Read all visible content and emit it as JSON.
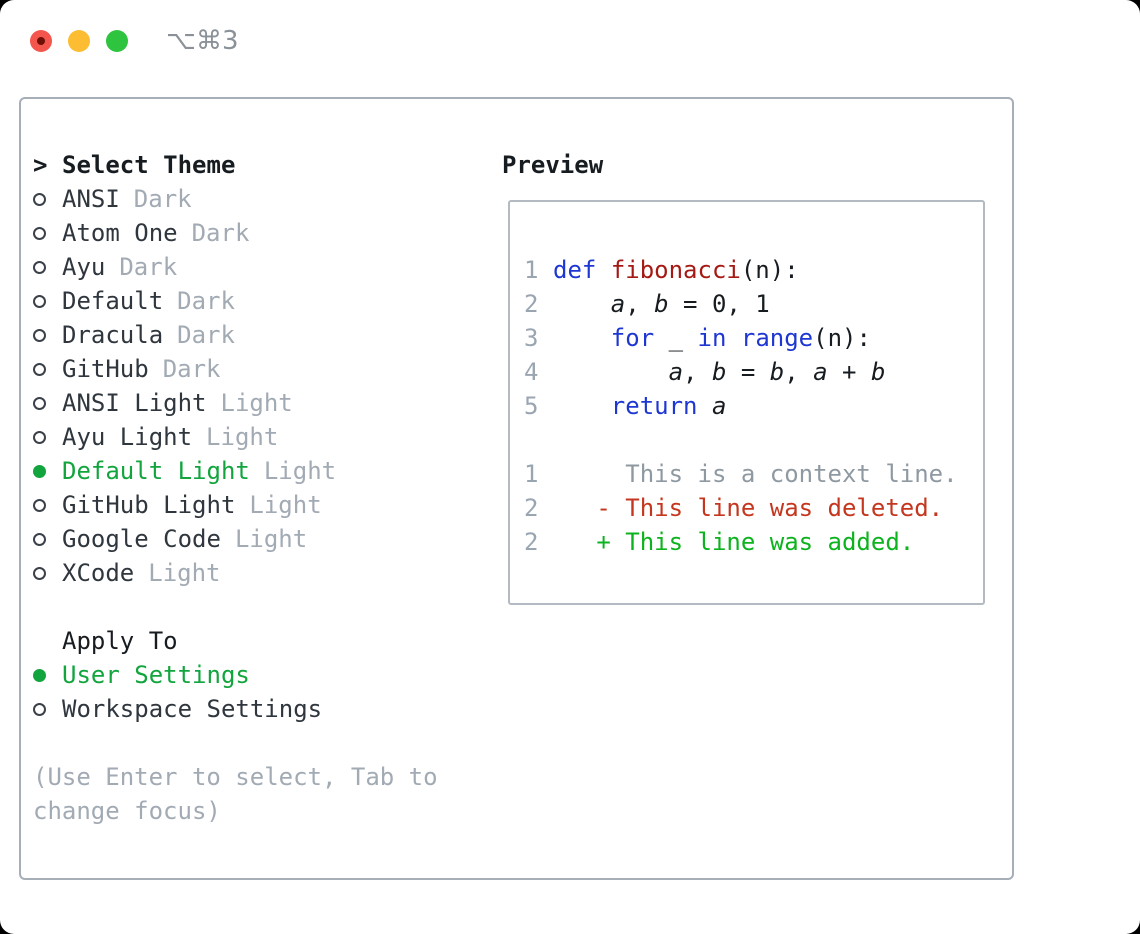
{
  "window": {
    "title": "⌥⌘3"
  },
  "theme_panel": {
    "prompt": ">",
    "title": "Select Theme",
    "items": [
      {
        "name": "ANSI",
        "variant": "Dark",
        "selected": false
      },
      {
        "name": "Atom One",
        "variant": "Dark",
        "selected": false
      },
      {
        "name": "Ayu",
        "variant": "Dark",
        "selected": false
      },
      {
        "name": "Default",
        "variant": "Dark",
        "selected": false
      },
      {
        "name": "Dracula",
        "variant": "Dark",
        "selected": false
      },
      {
        "name": "GitHub",
        "variant": "Dark",
        "selected": false
      },
      {
        "name": "ANSI Light",
        "variant": "Light",
        "selected": false
      },
      {
        "name": "Ayu Light",
        "variant": "Light",
        "selected": false
      },
      {
        "name": "Default Light",
        "variant": "Light",
        "selected": true
      },
      {
        "name": "GitHub Light",
        "variant": "Light",
        "selected": false
      },
      {
        "name": "Google Code",
        "variant": "Light",
        "selected": false
      },
      {
        "name": "XCode",
        "variant": "Light",
        "selected": false
      }
    ]
  },
  "apply_to": {
    "title": "Apply To",
    "options": [
      {
        "name": "User Settings",
        "selected": true
      },
      {
        "name": "Workspace Settings",
        "selected": false
      }
    ]
  },
  "hint": {
    "lines": [
      "(Use Enter to select, Tab to",
      "change focus)"
    ]
  },
  "preview": {
    "title": "Preview",
    "code_lines": [
      {
        "num": "1",
        "segments": [
          {
            "text": "def",
            "style": "keyword"
          },
          {
            "text": " ",
            "style": "plain"
          },
          {
            "text": "fibonacci",
            "style": "function"
          },
          {
            "text": "(n):",
            "style": "plain"
          }
        ]
      },
      {
        "num": "2",
        "segments": [
          {
            "text": "    ",
            "style": "plain"
          },
          {
            "text": "a",
            "style": "variable"
          },
          {
            "text": ", ",
            "style": "plain"
          },
          {
            "text": "b",
            "style": "variable"
          },
          {
            "text": " = 0, 1",
            "style": "plain"
          }
        ]
      },
      {
        "num": "3",
        "segments": [
          {
            "text": "    ",
            "style": "plain"
          },
          {
            "text": "for",
            "style": "keyword"
          },
          {
            "text": " _ ",
            "style": "plain"
          },
          {
            "text": "in",
            "style": "keyword"
          },
          {
            "text": " ",
            "style": "plain"
          },
          {
            "text": "range",
            "style": "keyword"
          },
          {
            "text": "(n):",
            "style": "plain"
          }
        ]
      },
      {
        "num": "4",
        "segments": [
          {
            "text": "        ",
            "style": "plain"
          },
          {
            "text": "a",
            "style": "variable"
          },
          {
            "text": ", ",
            "style": "plain"
          },
          {
            "text": "b",
            "style": "variable"
          },
          {
            "text": " = ",
            "style": "plain"
          },
          {
            "text": "b",
            "style": "variable"
          },
          {
            "text": ", ",
            "style": "plain"
          },
          {
            "text": "a",
            "style": "variable"
          },
          {
            "text": " + ",
            "style": "plain"
          },
          {
            "text": "b",
            "style": "variable"
          }
        ]
      },
      {
        "num": "5",
        "segments": [
          {
            "text": "    ",
            "style": "plain"
          },
          {
            "text": "return",
            "style": "keyword"
          },
          {
            "text": " ",
            "style": "plain"
          },
          {
            "text": "a",
            "style": "variable"
          }
        ]
      },
      {
        "num": "",
        "segments": []
      },
      {
        "num": "1",
        "segments": [
          {
            "text": "     This is a context line.",
            "style": "context"
          }
        ]
      },
      {
        "num": "2",
        "segments": [
          {
            "text": "   - This line was deleted.",
            "style": "deleted"
          }
        ]
      },
      {
        "num": "2",
        "segments": [
          {
            "text": "   + This line was added.",
            "style": "added"
          }
        ]
      }
    ]
  },
  "colors": {
    "accent_green": "#12a53e",
    "added_green": "#0db31e",
    "deleted_red": "#c4371e",
    "keyword_blue": "#1e37d2",
    "function_red": "#a51914",
    "text_dark": "#171c21",
    "item_dark": "#2f363d",
    "muted_gray": "#a2aab4",
    "line_number_gray": "#9aa5b2",
    "context_gray": "#8f99a1",
    "border_gray": "#a6aeb8",
    "preview_border": "#b3bac1",
    "traffic_red": "#f4564d",
    "traffic_yellow": "#fcbd32",
    "traffic_green": "#2fc43f",
    "title_gray": "#8b9198"
  }
}
